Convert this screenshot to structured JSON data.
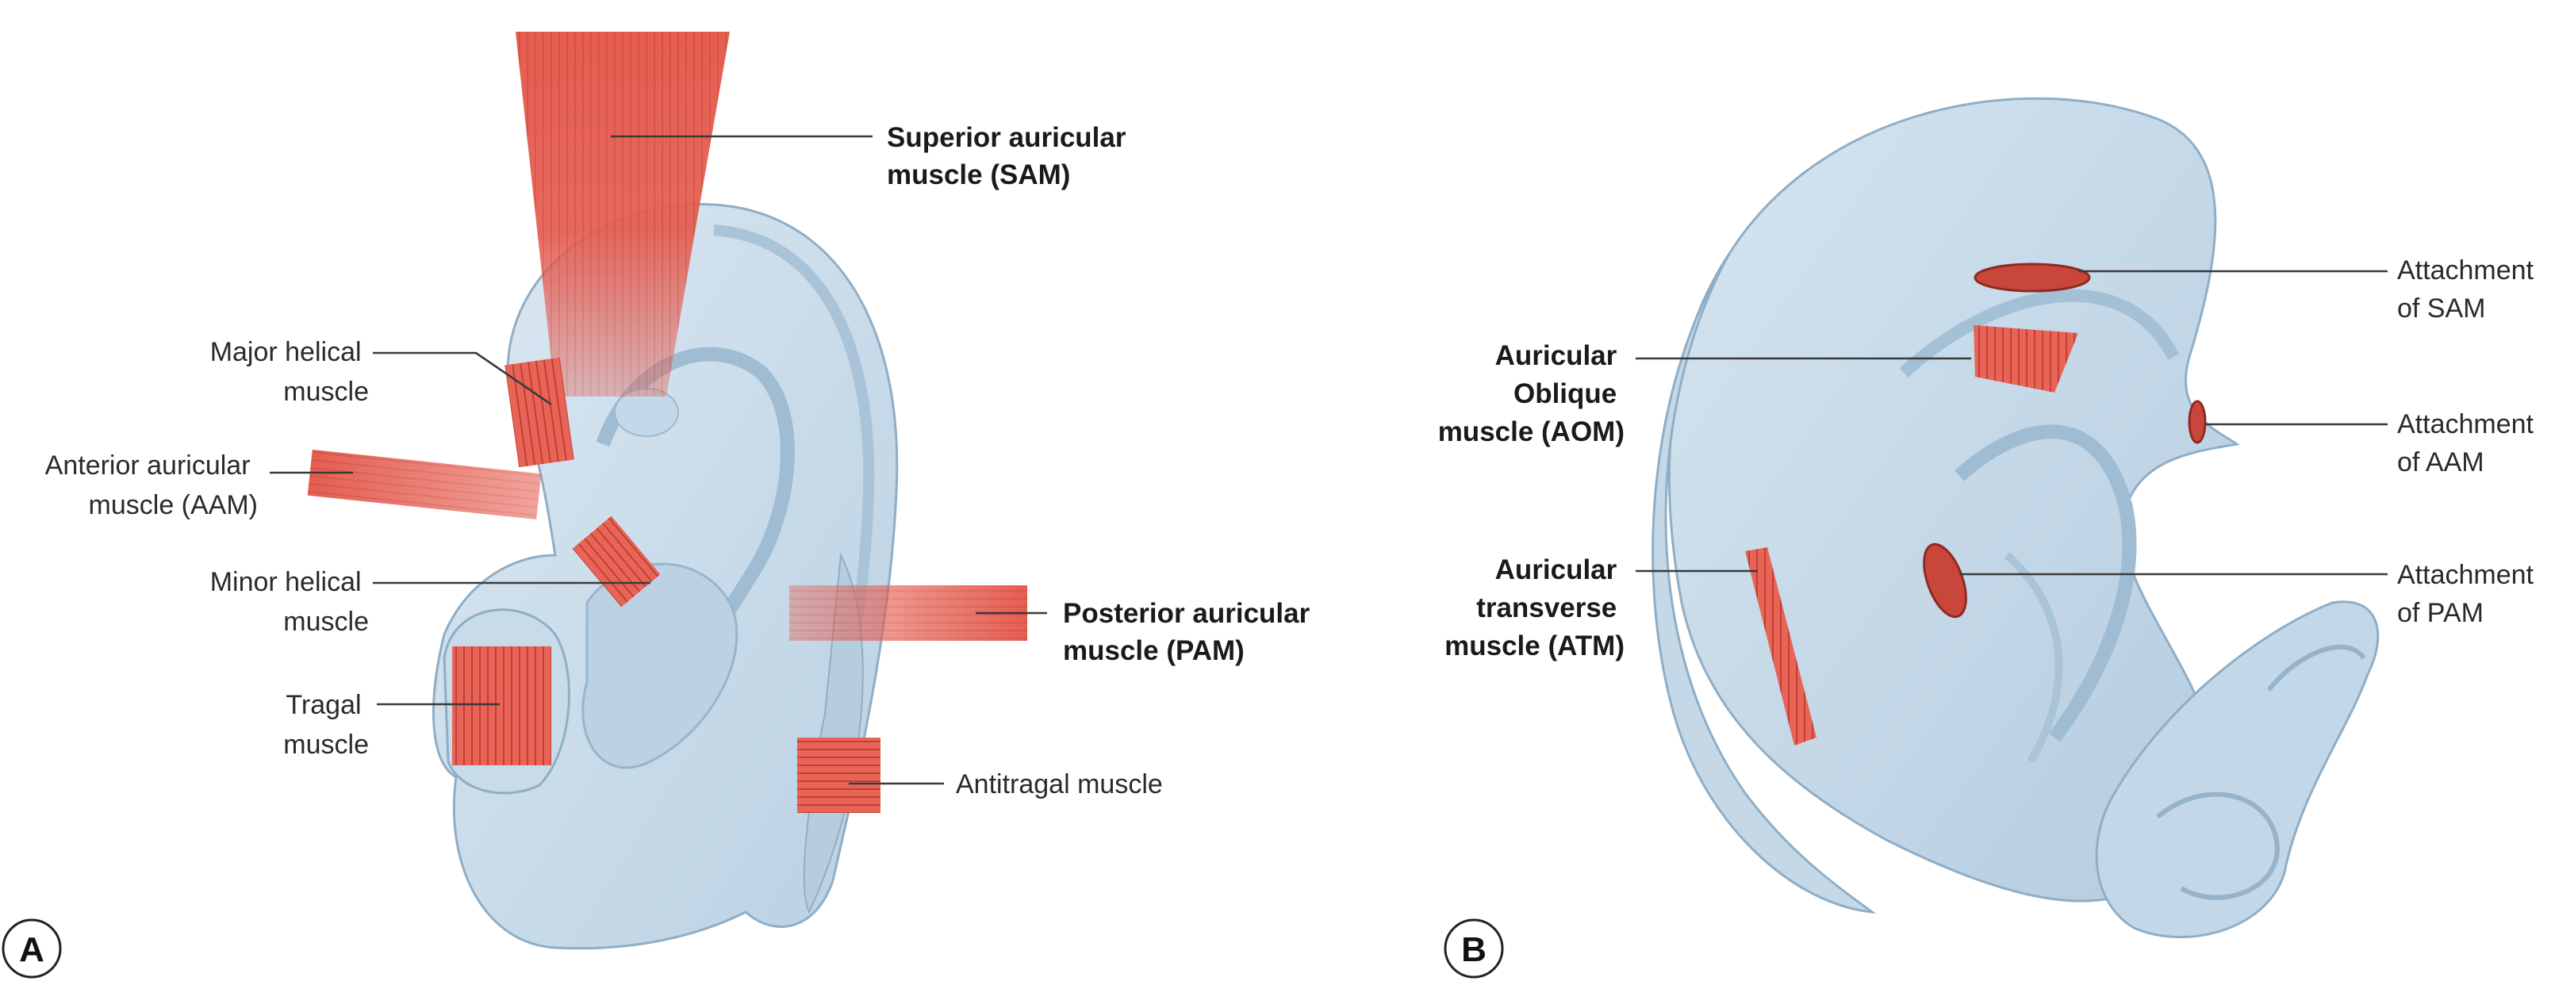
{
  "figure": {
    "panel_a": {
      "letter": "A",
      "labels": {
        "sam": [
          "Superior auricular",
          "muscle (SAM)"
        ],
        "major_helical": [
          "Major helical",
          "muscle"
        ],
        "aam": [
          "Anterior auricular",
          "muscle (AAM)"
        ],
        "minor_helical": [
          "Minor helical",
          "muscle"
        ],
        "tragal": [
          "Tragal",
          "muscle"
        ],
        "pam": [
          "Posterior auricular",
          "muscle (PAM)"
        ],
        "antitragal": [
          "Antitragal muscle"
        ]
      }
    },
    "panel_b": {
      "letter": "B",
      "labels": {
        "aom": [
          "Auricular",
          "Oblique",
          "muscle (AOM)"
        ],
        "atm": [
          "Auricular",
          "transverse",
          "muscle (ATM)"
        ],
        "att_sam": [
          "Attachment",
          "of SAM"
        ],
        "att_aam": [
          "Attachment",
          "of AAM"
        ],
        "att_pam": [
          "Attachment",
          "of PAM"
        ]
      }
    },
    "colors": {
      "ear_fill": "#c9dcea",
      "ear_shadow": "#9fbcd2",
      "muscle": "#e2584b",
      "muscle_dark": "#b8352c",
      "label_text": "#2a2a2a"
    }
  }
}
